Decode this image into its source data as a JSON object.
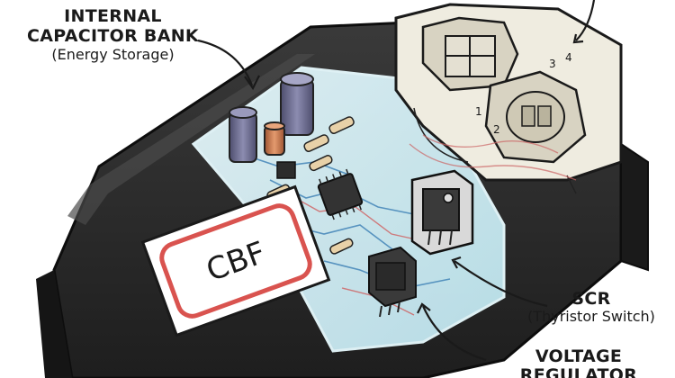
{
  "callouts": {
    "capacitor_bank": {
      "title_line1": "INTERNAL",
      "title_line2": "CAPACITOR BANK",
      "subtitle": "(Energy Storage)"
    },
    "scr": {
      "title": "SCR",
      "subtitle": "(Thyristor Switch)"
    },
    "voltage_regulator": {
      "title_line1": "VOLTAGE",
      "title_line2": "REGULATOR"
    }
  },
  "label_plate": {
    "text": "CBF"
  },
  "connector": {
    "pin_numbers": [
      "1",
      "2",
      "3",
      "4"
    ]
  },
  "colors": {
    "housing": "#2b2b2b",
    "housing_edge": "#111111",
    "circuit_glow": "#cfeff7",
    "connector": "#efece0",
    "label_red": "#d9534f",
    "capacitor_purple": "#6b6b8e",
    "capacitor_copper": "#c9754a",
    "chip": "#333333"
  }
}
